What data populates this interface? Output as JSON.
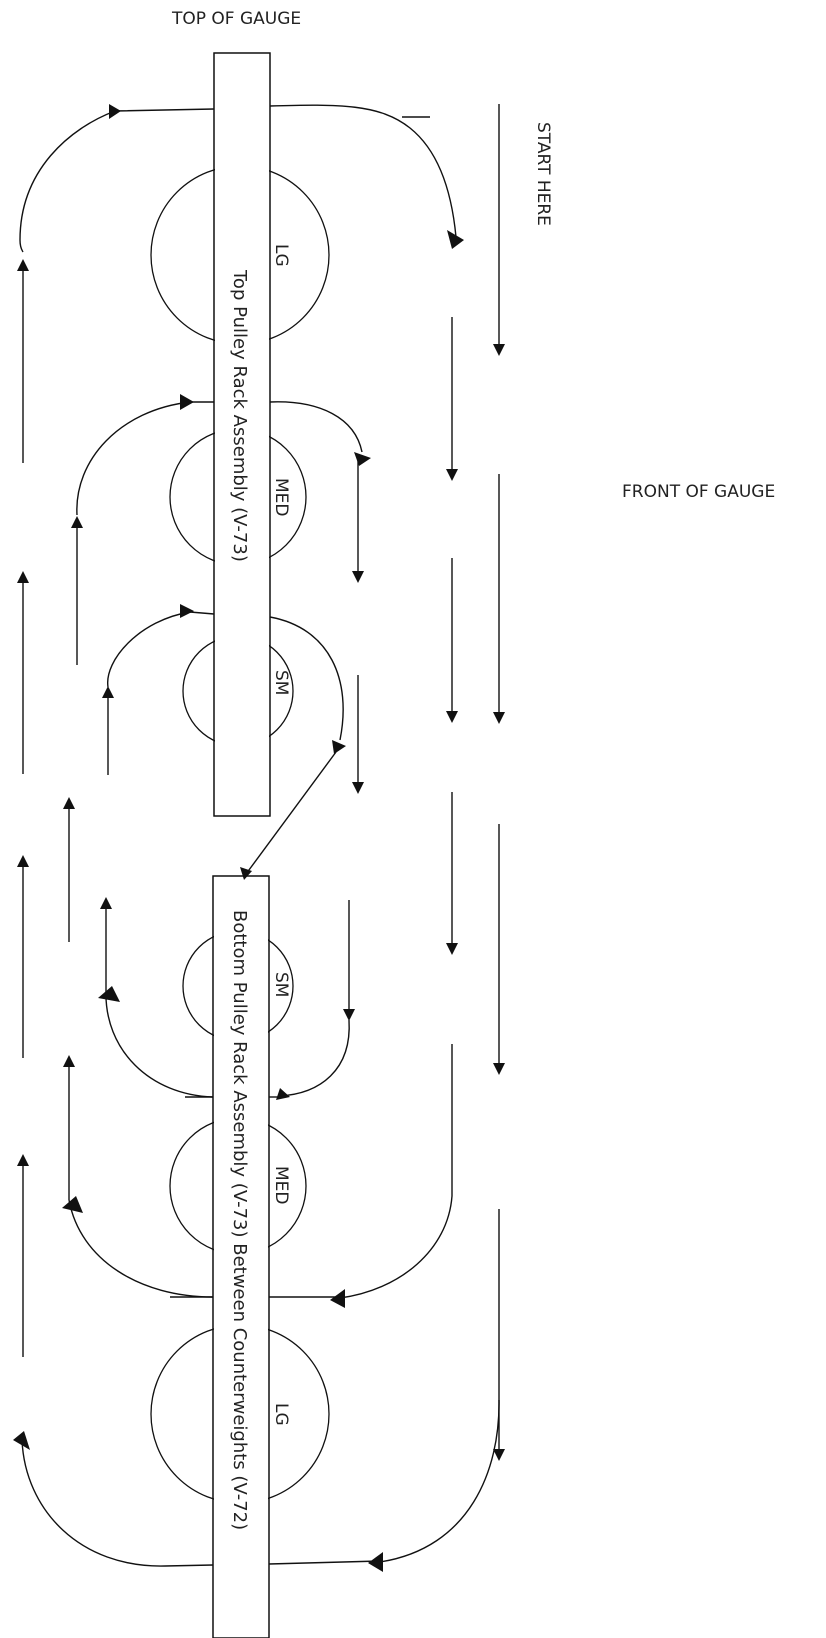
{
  "labels": {
    "top_of_gauge": "TOP OF GAUGE",
    "start_here": "START HERE",
    "front_of_gauge": "FRONT OF GAUGE"
  },
  "top_rack": {
    "label": "Top Pulley Rack Assembly (V-73)",
    "pulleys": [
      "LG",
      "MED",
      "SM"
    ]
  },
  "bottom_rack": {
    "label": "Bottom Pulley Rack Assembly (V-73) Between Counterweights (V-72)",
    "pulleys": [
      "SM",
      "MED",
      "LG"
    ]
  }
}
